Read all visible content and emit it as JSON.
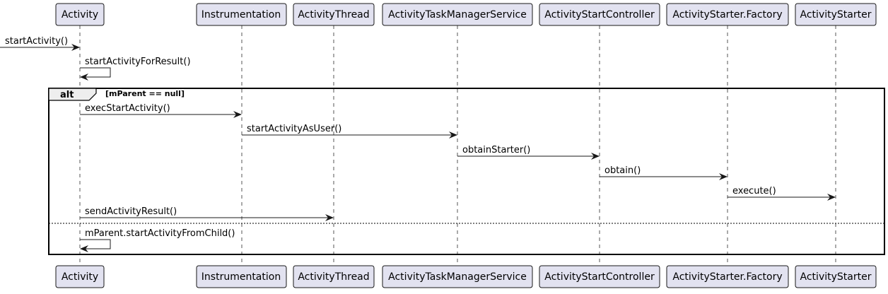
{
  "participants": [
    {
      "id": "activity",
      "label": "Activity"
    },
    {
      "id": "instrumentation",
      "label": "Instrumentation"
    },
    {
      "id": "activity-thread",
      "label": "ActivityThread"
    },
    {
      "id": "atms",
      "label": "ActivityTaskManagerService"
    },
    {
      "id": "asc",
      "label": "ActivityStartController"
    },
    {
      "id": "starter-factory",
      "label": "ActivityStarter.Factory"
    },
    {
      "id": "starter",
      "label": "ActivityStarter"
    }
  ],
  "messages": [
    {
      "from": null,
      "to": "activity",
      "label": "startActivity()"
    },
    {
      "from": "activity",
      "to": "activity",
      "label": "startActivityForResult()"
    },
    {
      "from": "activity",
      "to": "instrumentation",
      "label": "execStartActivity()"
    },
    {
      "from": "instrumentation",
      "to": "atms",
      "label": "startActivityAsUser()"
    },
    {
      "from": "atms",
      "to": "asc",
      "label": "obtainStarter()"
    },
    {
      "from": "asc",
      "to": "starter-factory",
      "label": "obtain()"
    },
    {
      "from": "starter-factory",
      "to": "starter",
      "label": "execute()"
    },
    {
      "from": "activity",
      "to": "activity-thread",
      "label": "sendActivityResult()"
    },
    {
      "from": "activity",
      "to": "activity",
      "label": "mParent.startActivityFromChild()"
    }
  ],
  "fragment": {
    "keyword": "alt",
    "guard": "[mParent == null]"
  },
  "colors": {
    "participant_fill": "#E2E2F0",
    "participant_border": "#181818",
    "lifeline": "#555555",
    "line": "#181818"
  }
}
